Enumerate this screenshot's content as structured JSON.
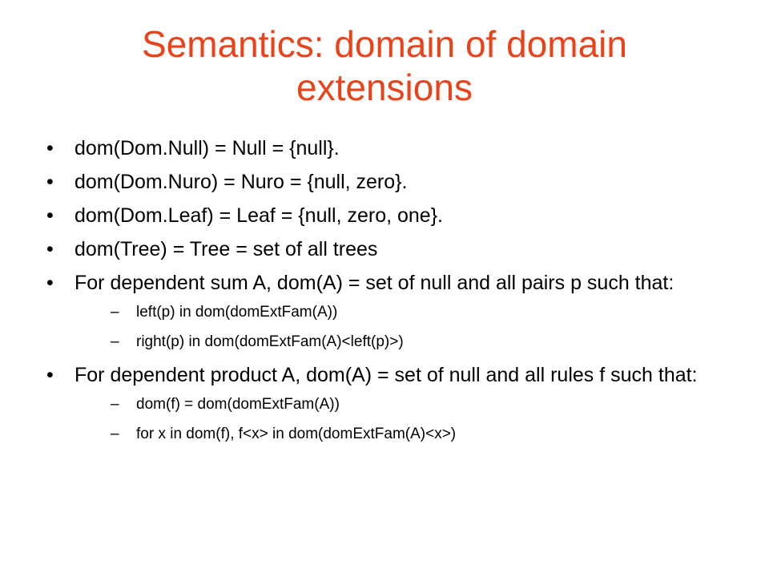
{
  "slide": {
    "title_line1": "Semantics: domain of domain",
    "title_line2": "extensions",
    "title_color": "#e8431a",
    "bullets": [
      "dom(Dom.Null) = Null = {null}.",
      "dom(Dom.Nuro) = Nuro = {null, zero}.",
      "dom(Dom.Leaf) = Leaf = {null, zero, one}.",
      "dom(Tree) = Tree = set of all trees",
      "For dependent  sum A, dom(A) = set of null and all pairs p such that:",
      "For dependent  product A, dom(A) = set of null and all rules f such that:"
    ],
    "sum_sub": [
      "left(p) in dom(domExtFam(A))",
      "right(p) in dom(domExtFam(A)<left(p)>)"
    ],
    "product_sub": [
      "dom(f) = dom(domExtFam(A))",
      "for x in dom(f), f<x> in dom(domExtFam(A)<x>)"
    ],
    "bullet_glyph": "•",
    "dash_glyph": "–"
  }
}
